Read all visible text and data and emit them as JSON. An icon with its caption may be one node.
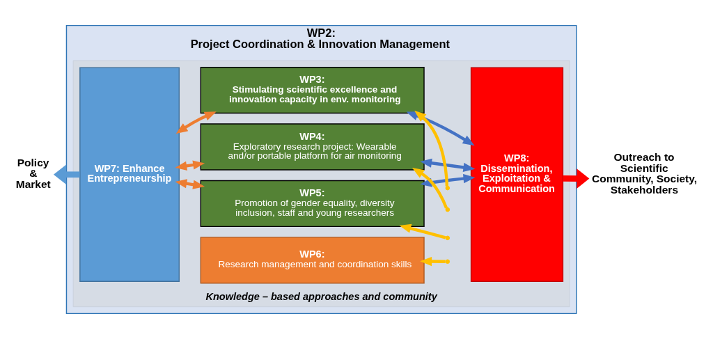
{
  "diagram": {
    "nodes": [
      {
        "text": [
          "WP2:",
          "Project Coordination & Innovation Management"
        ]
      },
      {
        "text": [
          "Knowledge – based approaches and community"
        ],
        "in": 0
      },
      {
        "text": [
          "WP7: Enhance Entrepreneurship"
        ],
        "in": 1
      },
      {
        "text": [
          "WP3:",
          "Stimulating scientific excellence and innovation capacity in env. monitoring"
        ],
        "in": 1
      },
      {
        "text": [
          "WP4:",
          "Exploratory research project: Wearable and/or portable platform for air monitoring"
        ],
        "in": 1
      },
      {
        "text": [
          "WP5:",
          "Promotion of gender equality, diversity inclusion, staff and young researchers"
        ],
        "in": 1
      },
      {
        "text": [
          "WP6:",
          "Research management and coordination skills"
        ],
        "in": 1
      },
      {
        "text": [
          "WP8: Dissemination, Exploitation & Communication"
        ],
        "in": 1
      },
      {
        "text": [
          "Policy & Market"
        ]
      },
      {
        "text": [
          "Outreach to Scientific Community, Society, Stakeholders"
        ]
      }
    ],
    "edges": [
      {
        "from": 3,
        "to": 2,
        "arrow": "both",
        "color": "#ed7d31"
      },
      {
        "from": null,
        "to": 3,
        "arrow": "to",
        "color": "#ffc000"
      },
      {
        "from": 7,
        "to": 3,
        "arrow": "both",
        "color": "#4472c4"
      },
      {
        "from": 4,
        "to": 2,
        "arrow": "both",
        "color": "#ed7d31"
      },
      {
        "from": null,
        "to": 4,
        "arrow": "to",
        "color": "#ffc000"
      },
      {
        "from": 7,
        "to": 4,
        "arrow": "both",
        "color": "#4472c4"
      },
      {
        "from": 5,
        "to": 2,
        "arrow": "both",
        "color": "#ed7d31"
      },
      {
        "from": null,
        "to": 5,
        "arrow": "to",
        "color": "#ffc000"
      },
      {
        "from": 7,
        "to": 5,
        "arrow": "both",
        "color": "#4472c4"
      },
      {
        "from": null,
        "to": 6,
        "arrow": "to",
        "color": "#ffc000"
      },
      {
        "from": 2,
        "to": 8,
        "arrow": "to",
        "style": "thick",
        "color": "#5b9bd5"
      },
      {
        "from": 7,
        "to": 9,
        "arrow": "to",
        "style": "thick",
        "color": "#ff0000"
      }
    ]
  }
}
